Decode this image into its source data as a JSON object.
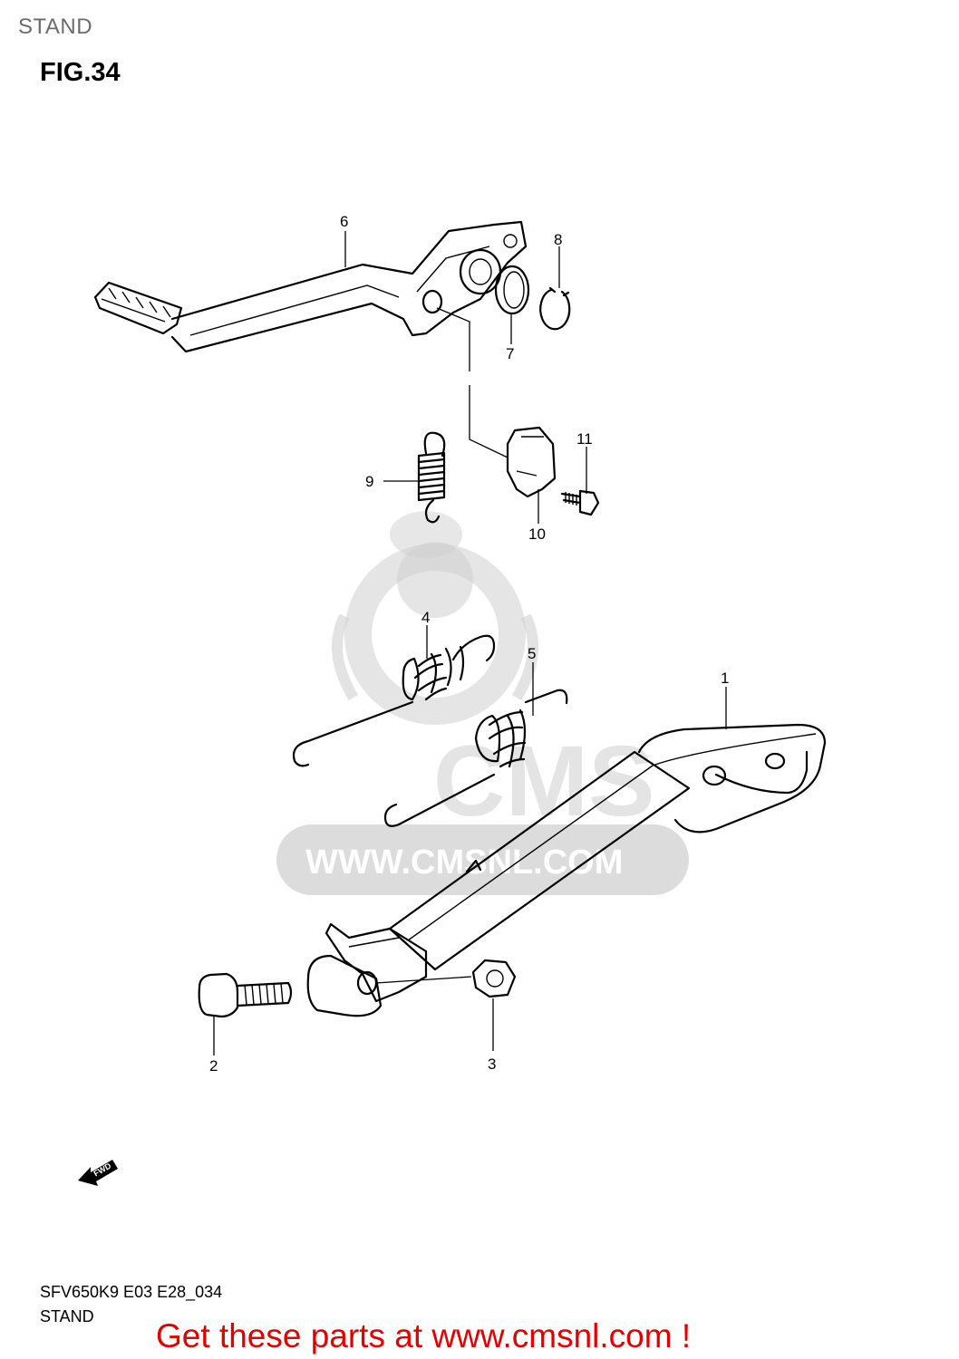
{
  "header": {
    "section": "STAND",
    "figure": "FIG.34"
  },
  "callouts": {
    "c1": "1",
    "c2": "2",
    "c3": "3",
    "c4": "4",
    "c5": "5",
    "c6": "6",
    "c7": "7",
    "c8": "8",
    "c9": "9",
    "c10": "10",
    "c11": "11"
  },
  "watermark": {
    "brand": "CMS",
    "url": "WWW.CMSNL.COM"
  },
  "fwd_label": "FWD",
  "footer": {
    "model_code": "SFV650K9 E03 E28_034",
    "subtitle": "STAND",
    "cta": "Get these parts at www.cmsnl.com !"
  },
  "colors": {
    "cta": "#e00000",
    "watermark": "#d0d0d0",
    "section_title": "#6b6b6b"
  }
}
